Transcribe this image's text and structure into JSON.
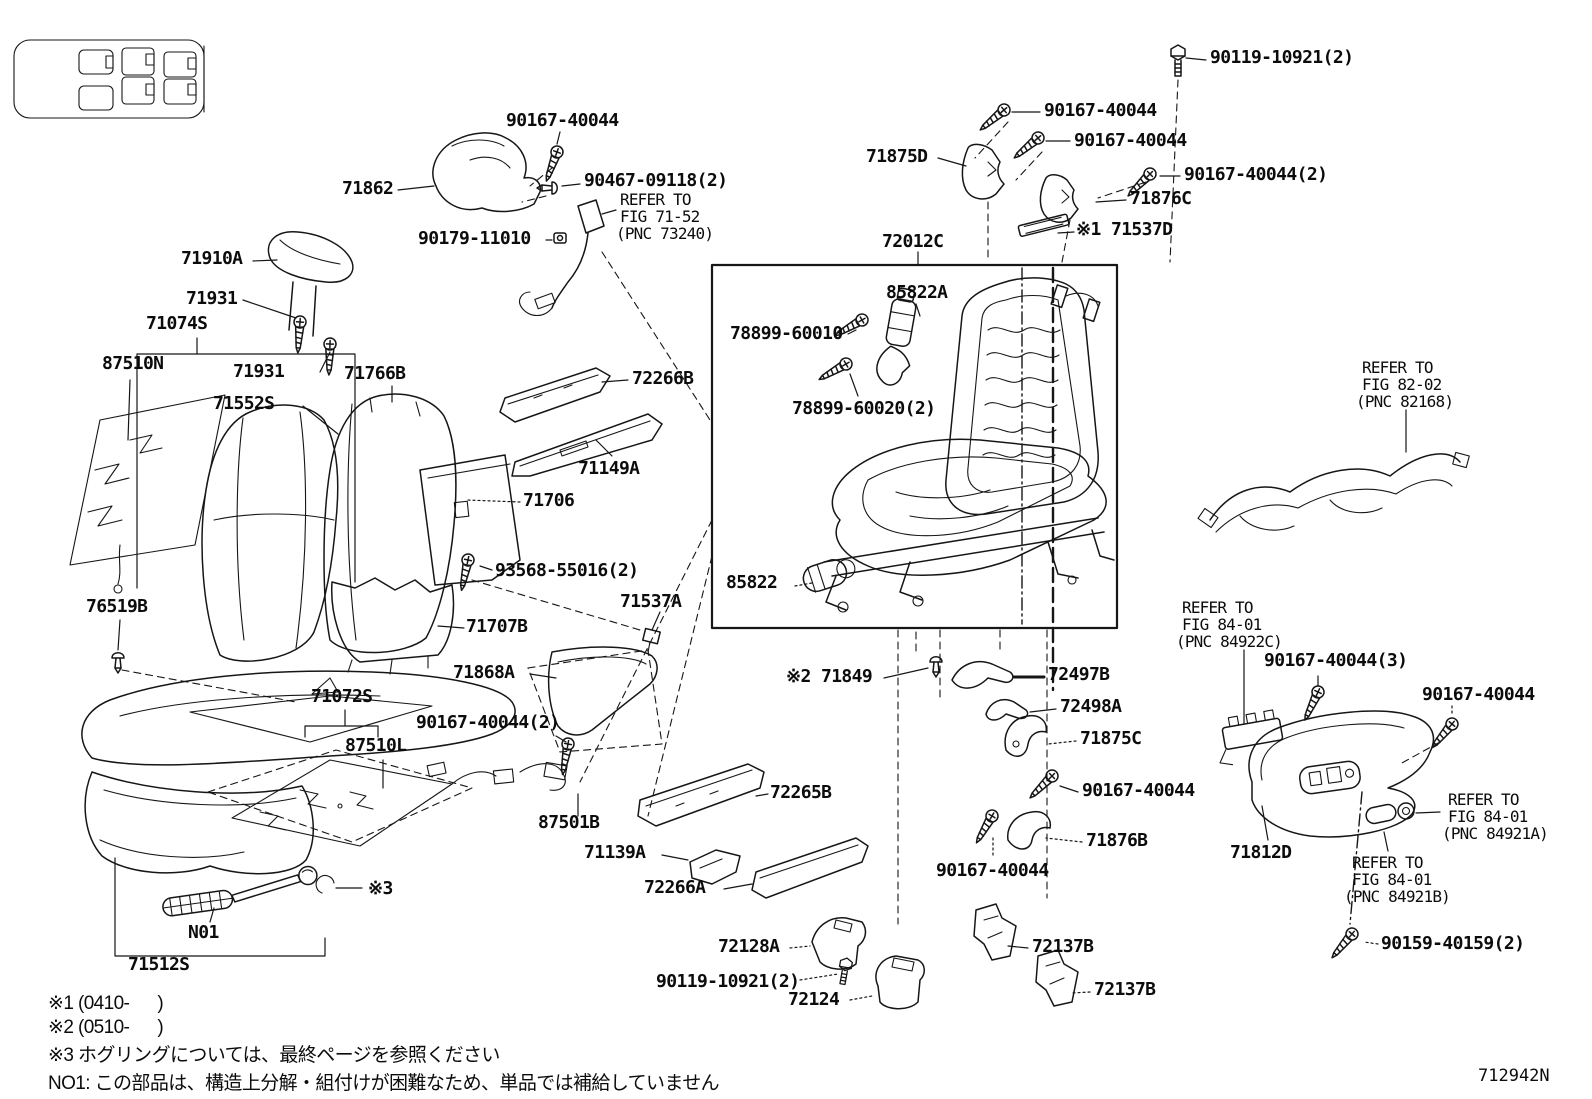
{
  "doc": {
    "number": "712942N"
  },
  "labels": {
    "b90119_top": "90119-10921(2)",
    "b90167_t1": "90167-40044",
    "b90167_t2": "90167-40044",
    "p71875D": "71875D",
    "b90167_t3": "90167-40044(2)",
    "p71876C": "71876C",
    "p71537D": "※1 71537D",
    "b90167_belt": "90167-40044",
    "p71862": "71862",
    "b90467": "90467-09118(2)",
    "b90179": "90179-11010",
    "p72012C": "72012C",
    "p85822A": "85822A",
    "b78899a": "78899-60010",
    "b78899b": "78899-60020(2)",
    "p85822": "85822",
    "p71910A": "71910A",
    "p71931a": "71931",
    "p71074S": "71074S",
    "p87510N": "87510N",
    "p71931b": "71931",
    "p71766B": "71766B",
    "p71552S": "71552S",
    "p72266B": "72266B",
    "p71149A": "71149A",
    "p71706": "71706",
    "b93568": "93568-55016(2)",
    "p71537A": "71537A",
    "p71707B": "71707B",
    "p76519B": "76519B",
    "p71868A": "71868A",
    "p71072S": "71072S",
    "p87510L": "87510L",
    "b90167_mid": "90167-40044(2)",
    "p87501B": "87501B",
    "p72265B": "72265B",
    "p71139A": "71139A",
    "p72266A": "72266A",
    "p71849": "※2 71849",
    "p72497B": "72497B",
    "p72498A": "72498A",
    "p71875C": "71875C",
    "b90167_r1": "90167-40044",
    "p71876B": "71876B",
    "b90167_r2": "90167-40044",
    "b90167_3": "90167-40044(3)",
    "b90167_shield": "90167-40044",
    "p71812D": "71812D",
    "b90159": "90159-40159(2)",
    "p72128A": "72128A",
    "b90119_bot": "90119-10921(2)",
    "p72124": "72124",
    "p72137Ba": "72137B",
    "p72137Bb": "72137B",
    "pN01": "N01",
    "p71512S": "71512S",
    "px3": "※3"
  },
  "refs": {
    "fig7152": [
      "REFER TO",
      "FIG 71-52",
      "(PNC 73240)"
    ],
    "fig8202": [
      "REFER TO",
      "FIG 82-02",
      "(PNC 82168)"
    ],
    "fig8401_22c": [
      "REFER TO",
      "FIG 84-01",
      "(PNC 84922C)"
    ],
    "fig8401_21a": [
      "REFER TO",
      "FIG 84-01",
      "(PNC 84921A)"
    ],
    "fig8401_21b": [
      "REFER TO",
      "FIG 84-01",
      "(PNC 84921B)"
    ]
  },
  "notes": {
    "n1": "※1 (0410-      )",
    "n2": "※2 (0510-      )",
    "n3": "※3 ホグリングについては、最終ページを参照ください",
    "n4": "NO1: この部品は、構造上分解・組付けが困難なため、単品では補給していません"
  }
}
